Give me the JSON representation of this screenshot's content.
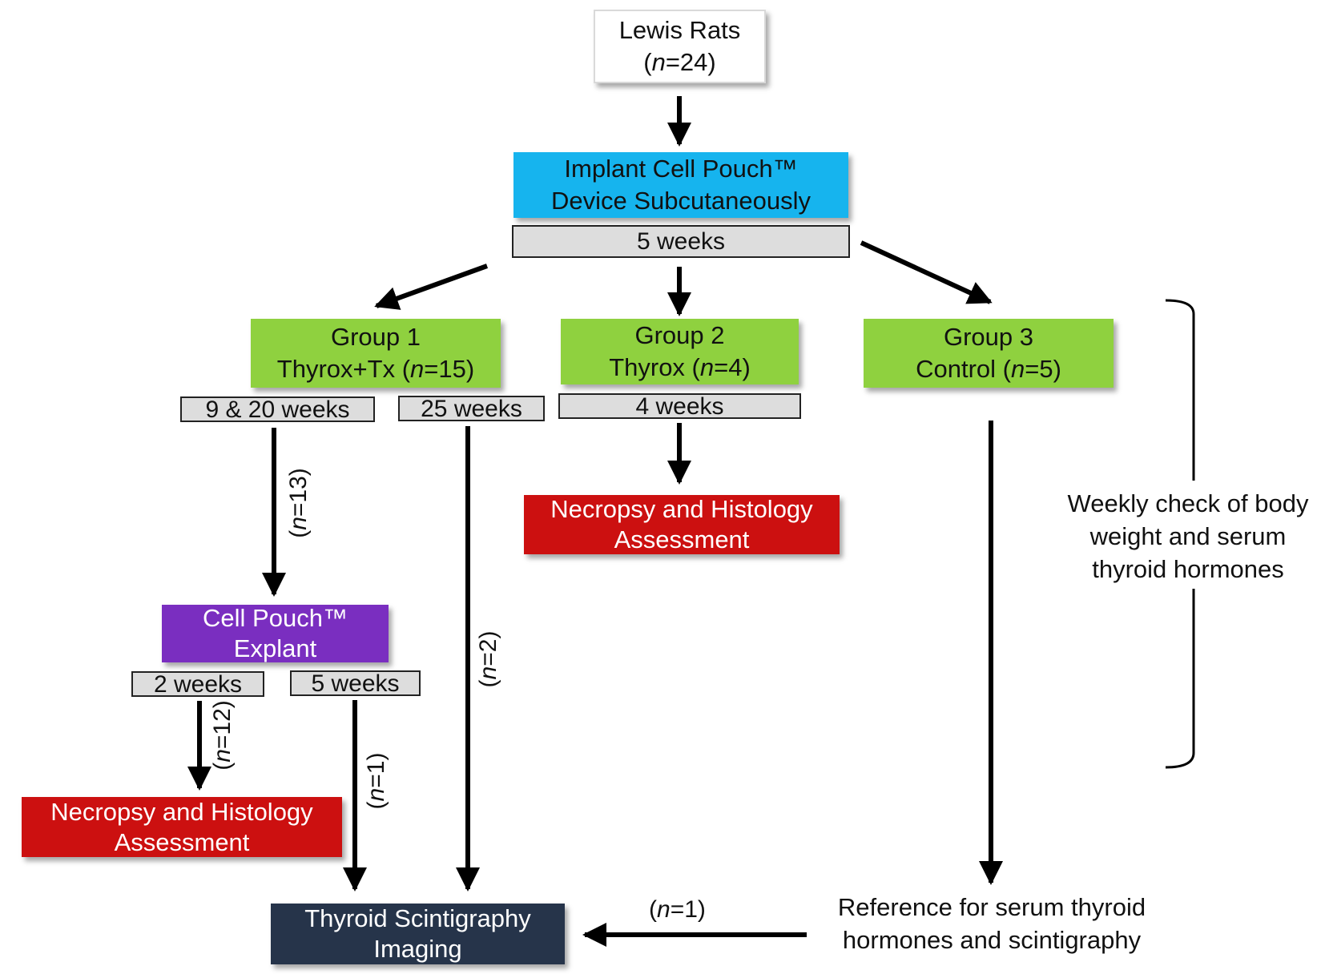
{
  "nodes": {
    "start": {
      "line1": "Lewis Rats",
      "line2_pre": "(",
      "line2_n": "n",
      "line2_post": "=24)"
    },
    "implant": {
      "line1": "Implant Cell Pouch™",
      "line2": "Device Subcutaneously"
    },
    "group1": {
      "line1": "Group 1",
      "line2_pre": "Thyrox+Tx (",
      "line2_n": "n",
      "line2_post": "=15)"
    },
    "group2": {
      "line1": "Group 2",
      "line2_pre": "Thyrox (",
      "line2_n": "n",
      "line2_post": "=4)"
    },
    "group3": {
      "line1": "Group 3",
      "line2_pre": "Control (",
      "line2_n": "n",
      "line2_post": "=5)"
    },
    "necropsy_group2": {
      "line1": "Necropsy and Histology",
      "line2": "Assessment"
    },
    "explant": {
      "line1": "Cell Pouch™",
      "line2": "Explant"
    },
    "necropsy_group1": {
      "line1": "Necropsy and Histology",
      "line2": "Assessment"
    },
    "scintigraphy": {
      "line1": "Thyroid Scintigraphy",
      "line2": "Imaging"
    }
  },
  "durations": {
    "implant": "5 weeks",
    "group1_a": "9 & 20 weeks",
    "group1_b": "25 weeks",
    "group2": "4 weeks",
    "explant_a": "2 weeks",
    "explant_b": "5 weeks"
  },
  "counts": {
    "explant_path": {
      "pre": "(",
      "n": "n",
      "post": "=13)"
    },
    "direct_imaging": {
      "pre": "(",
      "n": "n",
      "post": "=2)"
    },
    "to_necropsy": {
      "pre": "(",
      "n": "n",
      "post": "=12)"
    },
    "to_imaging": {
      "pre": "(",
      "n": "n",
      "post": "=1)"
    },
    "control_imaging": {
      "pre": "(",
      "n": "n",
      "post": "=1)"
    }
  },
  "notes": {
    "weekly_check": {
      "line1": "Weekly check of body",
      "line2": "weight and serum",
      "line3": "thyroid hormones"
    },
    "reference": {
      "line1": "Reference for serum thyroid",
      "line2": "hormones and scintigraphy"
    }
  },
  "colors": {
    "start": "#ffffff",
    "implant": "#16b4ee",
    "groups": "#8fd13f",
    "necropsy": "#cc1010",
    "explant": "#7a2ec0",
    "scintigraphy": "#26344a",
    "duration_bar": "#dddddd"
  }
}
